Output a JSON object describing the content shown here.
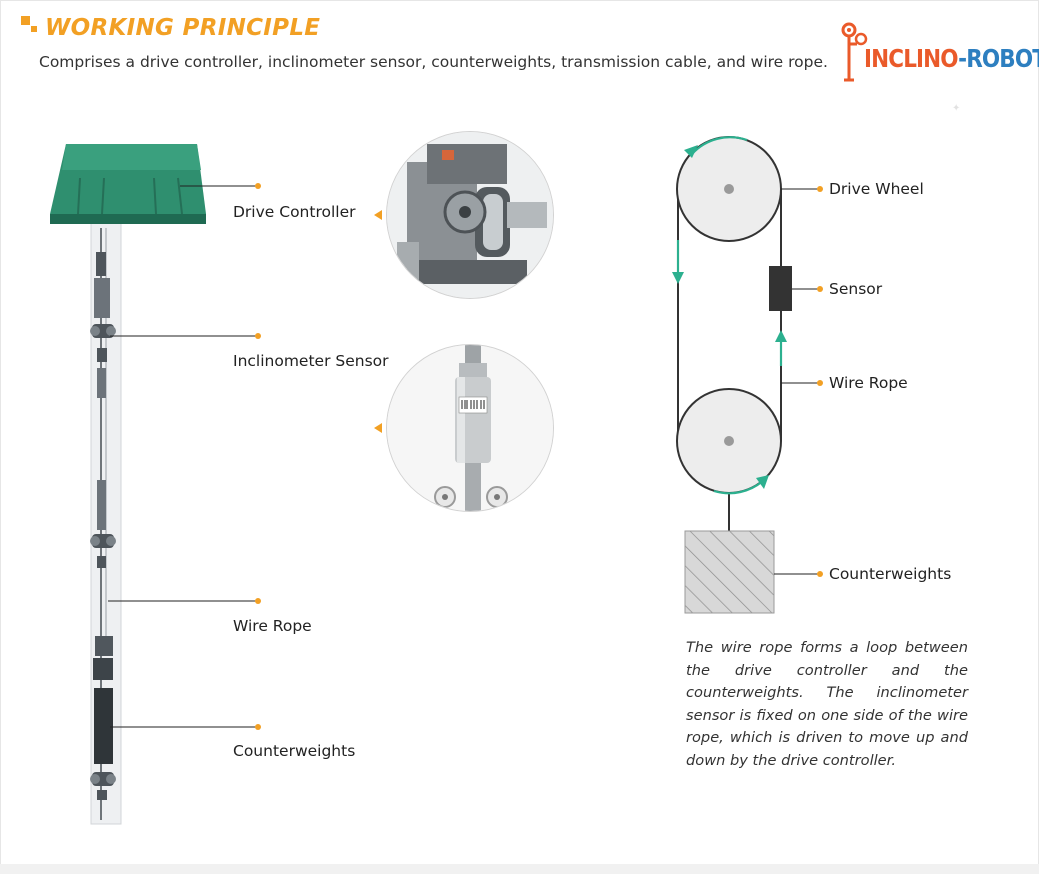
{
  "header": {
    "title": "WORKING PRINCIPLE",
    "subtitle": "Comprises a drive controller, inclinometer sensor, counterweights, transmission cable, and wire rope."
  },
  "logo": {
    "part1": "INCLINO",
    "part2": "-ROBOT",
    "primary_color": "#ea5a2a",
    "secondary_color": "#2d7fc0",
    "icon": "robot-mascot-icon"
  },
  "left_diagram": {
    "labels": {
      "drive_controller": "Drive Controller",
      "inclinometer_sensor": "Inclinometer Sensor",
      "wire_rope": "Wire Rope",
      "counterweights": "Counterweights"
    },
    "photos": [
      "drive-controller-closeup",
      "inclinometer-sensor-closeup"
    ],
    "housing_color": "#2f8f6f"
  },
  "loop_diagram": {
    "labels": {
      "drive_wheel": "Drive Wheel",
      "sensor": "Sensor",
      "wire_rope": "Wire Rope",
      "counterweights": "Counterweights"
    },
    "arrow_color": "#2cb08f"
  },
  "description": "The wire rope forms a loop between the drive controller and the counterweights. The inclinometer sensor is fixed on one side of the wire rope, which is driven to move up and down by the drive controller.",
  "accent_color": "#f2a024"
}
